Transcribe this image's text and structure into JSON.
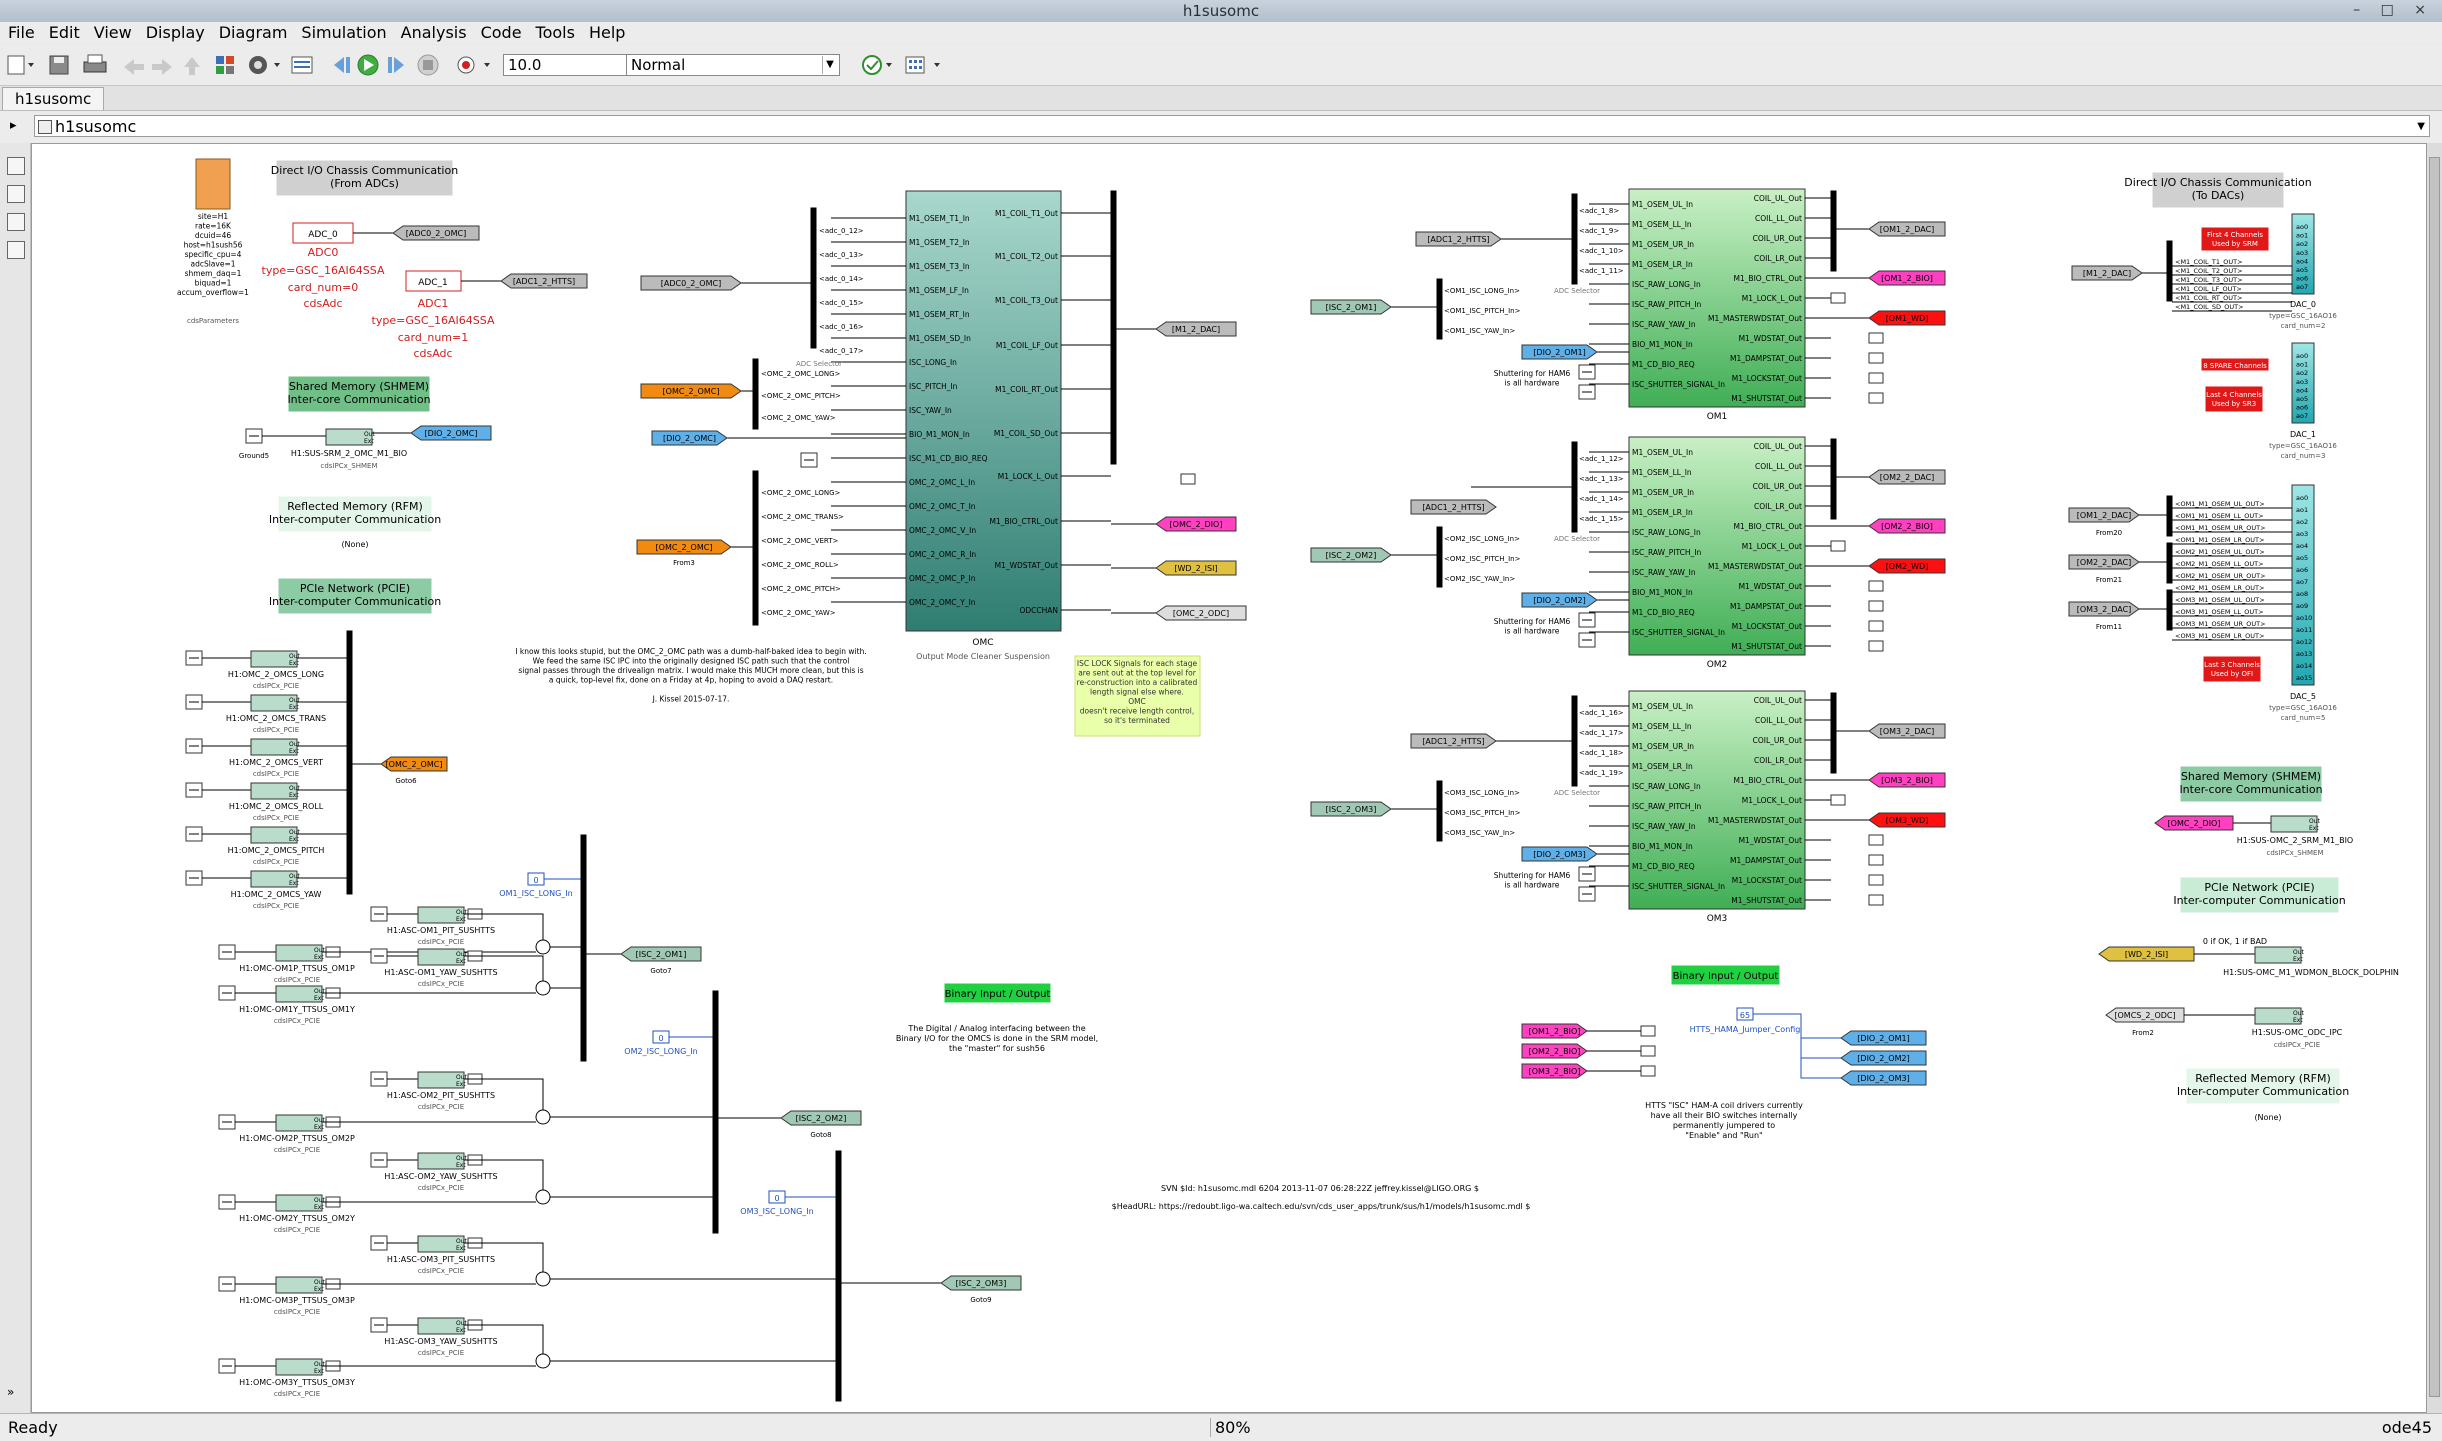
{
  "window": {
    "title": "h1susomc",
    "controls": [
      "–",
      "□",
      "×"
    ]
  },
  "menu": [
    "File",
    "Edit",
    "View",
    "Display",
    "Diagram",
    "Simulation",
    "Analysis",
    "Code",
    "Tools",
    "Help"
  ],
  "toolbar": {
    "stop_time": "10.0",
    "sim_mode": "Normal",
    "icons": [
      "new-model-icon",
      "save-icon",
      "print-icon",
      "undo-icon",
      "redo-icon",
      "up-icon",
      "library-browser-icon",
      "model-config-icon",
      "model-explorer-icon",
      "step-back-icon",
      "run-icon",
      "step-forward-icon",
      "stop-icon",
      "record-icon",
      "check-icon",
      "build-icon"
    ]
  },
  "tab": {
    "label": "h1susomc"
  },
  "address": {
    "path": "h1susomc"
  },
  "status": {
    "left": "Ready",
    "zoom": "80%",
    "solver": "ode45"
  },
  "diagram": {
    "hdr_adc": "Direct I/O Chassis Communication\n(From ADCs)",
    "hdr_dac": "Direct I/O Chassis Communication\n(To DACs)",
    "hdr_shmem_l": "Shared Memory (SHMEM)\nInter-core Communication",
    "hdr_shmem_r": "Shared Memory (SHMEM)\nInter-core Communication",
    "hdr_rfm_l": "Reflected Memory (RFM)\nInter-computer Communication",
    "hdr_rfm_r": "Reflected Memory (RFM)\nInter-computer Communication",
    "rfm_none_l": "(None)",
    "rfm_none_r": "(None)",
    "hdr_pcie_l": "PCIe Network (PCIE)\nInter-computer Communication",
    "hdr_pcie_r": "PCIe Network (PCIE)\nInter-computer Communication",
    "hdr_bio_c": "Binary Input / Output",
    "hdr_bio_r": "Binary Input / Output",
    "params": "site=H1\nrate=16K\ndcuid=46\nhost=h1sush56\nspecific_cpu=4\nadcSlave=1\nshmem_daq=1\nbiquad=1\naccum_overflow=1",
    "params_label": "cdsParameters",
    "adc0": {
      "name": "ADC_0",
      "label": "ADC0",
      "type": "type=GSC_16AI64SSA",
      "card": "card_num=0",
      "lib": "cdsAdc",
      "goto": "[ADC0_2_OMC]"
    },
    "adc1": {
      "name": "ADC_1",
      "label": "ADC1",
      "type": "type=GSC_16AI64SSA",
      "card": "card_num=1",
      "lib": "cdsAdc",
      "goto": "[ADC1_2_HTTS]"
    },
    "shmem_ground": "Ground5",
    "shmem_ipc": "H1:SUS-SRM_2_OMC_M1_BIO",
    "shmem_ipc_lib": "cdsIPCx_SHMEM",
    "shmem_goto": "[DIO_2_OMC]",
    "pcie_in": [
      {
        "name": "H1:OMC_2_OMCS_LONG",
        "lib": "cdsIPCx_PCIE"
      },
      {
        "name": "H1:OMC_2_OMCS_TRANS",
        "lib": "cdsIPCx_PCIE"
      },
      {
        "name": "H1:OMC_2_OMCS_VERT",
        "lib": "cdsIPCx_PCIE"
      },
      {
        "name": "H1:OMC_2_OMCS_ROLL",
        "lib": "cdsIPCx_PCIE"
      },
      {
        "name": "H1:OMC_2_OMCS_PITCH",
        "lib": "cdsIPCx_PCIE"
      },
      {
        "name": "H1:OMC_2_OMCS_YAW",
        "lib": "cdsIPCx_PCIE"
      }
    ],
    "goto6": {
      "tag": "[OMC_2_OMC]",
      "label": "Goto6"
    },
    "om_ipc": [
      {
        "name": "H1:OMC-OM1P_TTSUS_OM1P",
        "lib": "cdsIPCx_PCIE"
      },
      {
        "name": "H1:ASC-OM1_PIT_SUSHTTS",
        "lib": "cdsIPCx_PCIE"
      },
      {
        "name": "H1:OMC-OM1Y_TTSUS_OM1Y",
        "lib": "cdsIPCx_PCIE"
      },
      {
        "name": "H1:ASC-OM1_YAW_SUSHTTS",
        "lib": "cdsIPCx_PCIE"
      },
      {
        "name": "H1:OMC-OM2P_TTSUS_OM2P",
        "lib": "cdsIPCx_PCIE"
      },
      {
        "name": "H1:ASC-OM2_PIT_SUSHTTS",
        "lib": "cdsIPCx_PCIE"
      },
      {
        "name": "H1:OMC-OM2Y_TTSUS_OM2Y",
        "lib": "cdsIPCx_PCIE"
      },
      {
        "name": "H1:ASC-OM2_YAW_SUSHTTS",
        "lib": "cdsIPCx_PCIE"
      },
      {
        "name": "H1:OMC-OM3P_TTSUS_OM3P",
        "lib": "cdsIPCx_PCIE"
      },
      {
        "name": "H1:ASC-OM3_PIT_SUSHTTS",
        "lib": "cdsIPCx_PCIE"
      },
      {
        "name": "H1:OMC-OM3Y_TTSUS_OM3Y",
        "lib": "cdsIPCx_PCIE"
      },
      {
        "name": "H1:ASC-OM3_YAW_SUSHTTS",
        "lib": "cdsIPCx_PCIE"
      }
    ],
    "const_blocks": [
      {
        "val": "0",
        "label": "OM1_ISC_LONG_In"
      },
      {
        "val": "0",
        "label": "OM2_ISC_LONG_In"
      },
      {
        "val": "0",
        "label": "OM3_ISC_LONG_In"
      }
    ],
    "goto7": {
      "tag": "[ISC_2_OM1]",
      "label": "Goto7"
    },
    "goto8": {
      "tag": "[ISC_2_OM2]",
      "label": "Goto8"
    },
    "goto9": {
      "tag": "[ISC_2_OM3]",
      "label": "Goto9"
    },
    "omc": {
      "name": "OMC",
      "subtitle": "Output Mode Cleaner Suspension",
      "inputs": [
        "M1_OSEM_T1_In",
        "M1_OSEM_T2_In",
        "M1_OSEM_T3_In",
        "M1_OSEM_LF_In",
        "M1_OSEM_RT_In",
        "M1_OSEM_SD_In",
        "ISC_LONG_In",
        "ISC_PITCH_In",
        "ISC_YAW_In",
        "BIO_M1_MON_In",
        "ISC_M1_CD_BIO_REQ",
        "OMC_2_OMC_L_In",
        "OMC_2_OMC_T_In",
        "OMC_2_OMC_V_In",
        "OMC_2_OMC_R_In",
        "OMC_2_OMC_P_In",
        "OMC_2_OMC_Y_In"
      ],
      "outputs": [
        "M1_COIL_T1_Out",
        "M1_COIL_T2_Out",
        "M1_COIL_T3_Out",
        "M1_COIL_LF_Out",
        "M1_COIL_RT_Out",
        "M1_COIL_SD_Out",
        "M1_LOCK_L_Out",
        "M1_BIO_CTRL_Out",
        "M1_WDSTAT_Out",
        "ODCCHAN"
      ],
      "sel_in": [
        "<adc_0_12>",
        "<adc_0_13>",
        "<adc_0_14>",
        "<adc_0_15>",
        "<adc_0_16>",
        "<adc_0_17>"
      ],
      "sel_label": "ADC Selector",
      "isc_in": [
        "<OMC_2_OMC_LONG>",
        "<OMC_2_OMC_PITCH>",
        "<OMC_2_OMC_YAW>"
      ],
      "omc_in": [
        "<OMC_2_OMC_LONG>",
        "<OMC_2_OMC_TRANS>",
        "<OMC_2_OMC_VERT>",
        "<OMC_2_OMC_ROLL>",
        "<OMC_2_OMC_PITCH>",
        "<OMC_2_OMC_YAW>"
      ],
      "from_adc": "[ADC0_2_OMC]",
      "from_omc": "[OMC_2_OMC]",
      "from_dio": "[DIO_2_OMC]",
      "from_omc2": "[OMC_2_OMC]",
      "from3": "From3",
      "goto_dac": "[M1_2_DAC]",
      "goto_dio": "[OMC_2_DIO]",
      "goto_wd": "[WD_2_ISI]",
      "goto_odc": "[OMC_2_ODC]"
    },
    "note_left": "I know this looks stupid, but the OMC_2_OMC path was a dumb-half-baked idea to begin with.\nWe feed the same ISC IPC into the originally designed ISC path such that the control\nsignal passes through the drivealign matrix. I would make this MUCH more clean, but this is\na quick, top-level fix, done on a Friday at 4p, hoping to avoid a DAQ restart.\n\nJ. Kissel 2015-07-17.",
    "note_isc": "ISC LOCK Signals for each stage\nare sent out at the top level for\nre-construction into a calibrated\nlength signal else where.\nOMC\ndoesn't receive length control,\nso it's terminated",
    "om_blocks": [
      {
        "name": "OM1",
        "htts": "[ADC1_2_HTTS]",
        "isc": "[ISC_2_OM1]",
        "dio": "[DIO_2_OM1]",
        "adc": [
          "<adc_1_8>",
          "<adc_1_9>",
          "<adc_1_10>",
          "<adc_1_11>"
        ],
        "isc_sig": [
          "<OM1_ISC_LONG_In>",
          "<OM1_ISC_PITCH_In>",
          "<OM1_ISC_YAW_In>"
        ],
        "dac": "[OM1_2_DAC]",
        "bio": "[OM1_2_BIO]",
        "wd": "[OM1_WD]"
      },
      {
        "name": "OM2",
        "htts": "[ADC1_2_HTTS]",
        "isc": "[ISC_2_OM2]",
        "dio": "[DIO_2_OM2]",
        "adc": [
          "<adc_1_12>",
          "<adc_1_13>",
          "<adc_1_14>",
          "<adc_1_15>"
        ],
        "isc_sig": [
          "<OM2_ISC_LONG_In>",
          "<OM2_ISC_PITCH_In>",
          "<OM2_ISC_YAW_In>"
        ],
        "dac": "[OM2_2_DAC]",
        "bio": "[OM2_2_BIO]",
        "wd": "[OM2_WD]"
      },
      {
        "name": "OM3",
        "htts": "[ADC1_2_HTTS]",
        "isc": "[ISC_2_OM3]",
        "dio": "[DIO_2_OM3]",
        "adc": [
          "<adc_1_16>",
          "<adc_1_17>",
          "<adc_1_18>",
          "<adc_1_19>"
        ],
        "isc_sig": [
          "<OM3_ISC_LONG_In>",
          "<OM3_ISC_PITCH_In>",
          "<OM3_ISC_YAW_In>"
        ],
        "dac": "[OM3_2_DAC]",
        "bio": "[OM3_2_BIO]",
        "wd": "[OM3_WD]"
      }
    ],
    "om_inputs": [
      "M1_OSEM_UL_In",
      "M1_OSEM_LL_In",
      "M1_OSEM_UR_In",
      "M1_OSEM_LR_In",
      "ISC_RAW_LONG_In",
      "ISC_RAW_PITCH_In",
      "ISC_RAW_YAW_In",
      "BIO_M1_MON_In",
      "M1_CD_BIO_REQ",
      "ISC_SHUTTER_SIGNAL_In"
    ],
    "om_outputs": [
      "COIL_UL_Out",
      "COIL_LL_Out",
      "COIL_UR_Out",
      "COIL_LR_Out",
      "M1_BIO_CTRL_Out",
      "M1_LOCK_L_Out",
      "M1_MASTERWDSTAT_Out",
      "M1_WDSTAT_Out",
      "M1_DAMPSTAT_Out",
      "M1_LOCKSTAT_Out",
      "M1_SHUTSTAT_Out"
    ],
    "om_sel_label": "ADC Selector",
    "shutter_note": "Shuttering for HAM6\nis all hardware",
    "dac0": {
      "title": "DAC_0",
      "type": "type=GSC_16AO16",
      "card": "card_num=2",
      "from": "[M1_2_DAC]",
      "sigs": [
        "<M1_COIL_T1_OUT>",
        "<M1_COIL_T2_OUT>",
        "<M1_COIL_T3_OUT>",
        "<M1_COIL_LF_OUT>",
        "<M1_COIL_RT_OUT>",
        "<M1_COIL_SD_OUT>"
      ],
      "ports": [
        "ao0",
        "ao1",
        "ao2",
        "ao3",
        "ao4",
        "ao5",
        "ao6",
        "ao7"
      ],
      "note1": "First 4 Channels\nUsed by SRM"
    },
    "dac1": {
      "title": "DAC_1",
      "type": "type=GSC_16AO16",
      "card": "card_num=3",
      "ports": [
        "ao0",
        "ao1",
        "ao2",
        "ao3",
        "ao4",
        "ao5",
        "ao6",
        "ao7"
      ],
      "note_spare": "8 SPARE Channels",
      "note_last": "Last 4 Channels\nUsed by SR3"
    },
    "dac5": {
      "title": "DAC_5",
      "type": "type=GSC_16AO16",
      "card": "card_num=5",
      "from": [
        {
          "tag": "[OM1_2_DAC]",
          "label": "From20"
        },
        {
          "tag": "[OM2_2_DAC]",
          "label": "From21"
        },
        {
          "tag": "[OM3_2_DAC]",
          "label": "From11"
        }
      ],
      "sigs": [
        "<OM1_M1_OSEM_UL_OUT>",
        "<OM1_M1_OSEM_LL_OUT>",
        "<OM1_M1_OSEM_UR_OUT>",
        "<OM1_M1_OSEM_LR_OUT>",
        "<OM2_M1_OSEM_UL_OUT>",
        "<OM2_M1_OSEM_LL_OUT>",
        "<OM2_M1_OSEM_UR_OUT>",
        "<OM2_M1_OSEM_LR_OUT>",
        "<OM3_M1_OSEM_UL_OUT>",
        "<OM3_M1_OSEM_LL_OUT>",
        "<OM3_M1_OSEM_UR_OUT>",
        "<OM3_M1_OSEM_LR_OUT>"
      ],
      "ports": [
        "ao0",
        "ao1",
        "ao2",
        "ao3",
        "ao4",
        "ao5",
        "ao6",
        "ao7",
        "ao8",
        "ao9",
        "ao10",
        "ao11",
        "ao12",
        "ao13",
        "ao14",
        "ao15"
      ],
      "note": "Last 3 Channels\nUsed by OFI"
    },
    "shmem_r": {
      "from": "[OMC_2_DIO]",
      "ipc": "H1:SUS-OMC_2_SRM_M1_BIO",
      "lib": "cdsIPCx_SHMEM"
    },
    "pcie_r": {
      "wd": "[WD_2_ISI]",
      "wd_note": "0 if OK, 1 if BAD",
      "wd_ipc": "H1:SUS-OMC_M1_WDMON_BLOCK_DOLPHIN",
      "odc": "[OMCS_2_ODC]",
      "odc_label": "From2",
      "odc_ipc": "H1:SUS-OMC_ODC_IPC",
      "lib": "cdsIPCx_PCIE"
    },
    "bio_note": "The Digital / Analog interfacing between the\nBinary I/O for the OMCS is done in the SRM model,\nthe \"master\" for sush56",
    "bio_r": {
      "from": [
        "[OM1_2_BIO]",
        "[OM2_2_BIO]",
        "[OM3_2_BIO]"
      ],
      "const": "65",
      "const_label": "HTTS_HAMA_Jumper_Config",
      "goto": [
        "[DIO_2_OM1]",
        "[DIO_2_OM2]",
        "[DIO_2_OM3]"
      ],
      "note": "HTTS \"ISC\" HAM-A coil drivers currently\nhave all their BIO switches internally\npermanently jumpered to\n\"Enable\" and \"Run\""
    },
    "svn": "SVN $Id: h1susomc.mdl 6204 2013-11-07 06:28:22Z jeffrey.kissel@LIGO.ORG $",
    "svn_url": "$HeadURL: https://redoubt.ligo-wa.caltech.edu/svn/cds_user_apps/trunk/sus/h1/models/h1susomc.mdl $"
  }
}
